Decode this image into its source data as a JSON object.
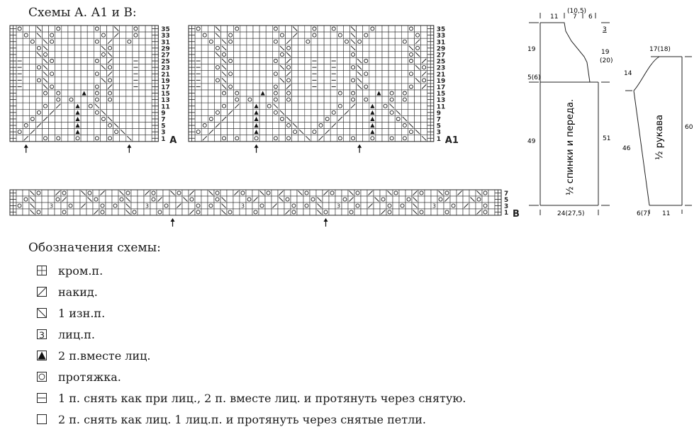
{
  "title": "Схемы А. А1 и В:",
  "chart_a": {
    "label": "A",
    "row_numbers": [
      "35",
      "33",
      "31",
      "29",
      "27",
      "25",
      "23",
      "21",
      "19",
      "17",
      "15",
      "13",
      "11",
      "9",
      "7",
      "5",
      "3",
      "1"
    ]
  },
  "chart_a1": {
    "label": "A1",
    "row_numbers": [
      "35",
      "33",
      "31",
      "29",
      "27",
      "25",
      "23",
      "21",
      "19",
      "17",
      "15",
      "13",
      "11",
      "9",
      "7",
      "5",
      "3",
      "1"
    ]
  },
  "chart_b": {
    "label": "B",
    "row_numbers": [
      "7",
      "5",
      "3",
      "1"
    ]
  },
  "legend": {
    "title": "Обозначения схемы:",
    "items": [
      {
        "symbol": "edge-stitch",
        "text": "кром.п."
      },
      {
        "symbol": "yarn-over",
        "text": "накид."
      },
      {
        "symbol": "purl",
        "text": "1 изн.п."
      },
      {
        "symbol": "knit",
        "text": "лиц.п."
      },
      {
        "symbol": "k2tog",
        "text": "2 п.вместе лиц."
      },
      {
        "symbol": "pull-through",
        "text": "протяжка."
      },
      {
        "symbol": "sk2p",
        "text": "1 п. снять как при лиц., 2 п. вместе лиц. и протянуть через снятую."
      },
      {
        "symbol": "ssk",
        "text": "2 п. снять как лиц. 1 лиц.п. и протянуть через снятые петли."
      }
    ]
  },
  "body_pattern": {
    "label": "½ спинки и переда.",
    "dims": {
      "top_left": "11",
      "top_mid_a": "(10,5)",
      "top_mid_b": "7",
      "top_right": "6",
      "right_mark": "3",
      "left_armhole": "19",
      "right_armhole_a": "19",
      "right_armhole_b": "(20)",
      "side_small": "5(6)",
      "left_body": "49",
      "right_body": "51",
      "bottom": "24(27,5)"
    }
  },
  "sleeve_pattern": {
    "label": "½ рукава",
    "dims": {
      "top": "17(18)",
      "cap": "14",
      "right": "60",
      "left": "46",
      "bottom_a": "6(7)",
      "bottom_b": "11"
    }
  }
}
